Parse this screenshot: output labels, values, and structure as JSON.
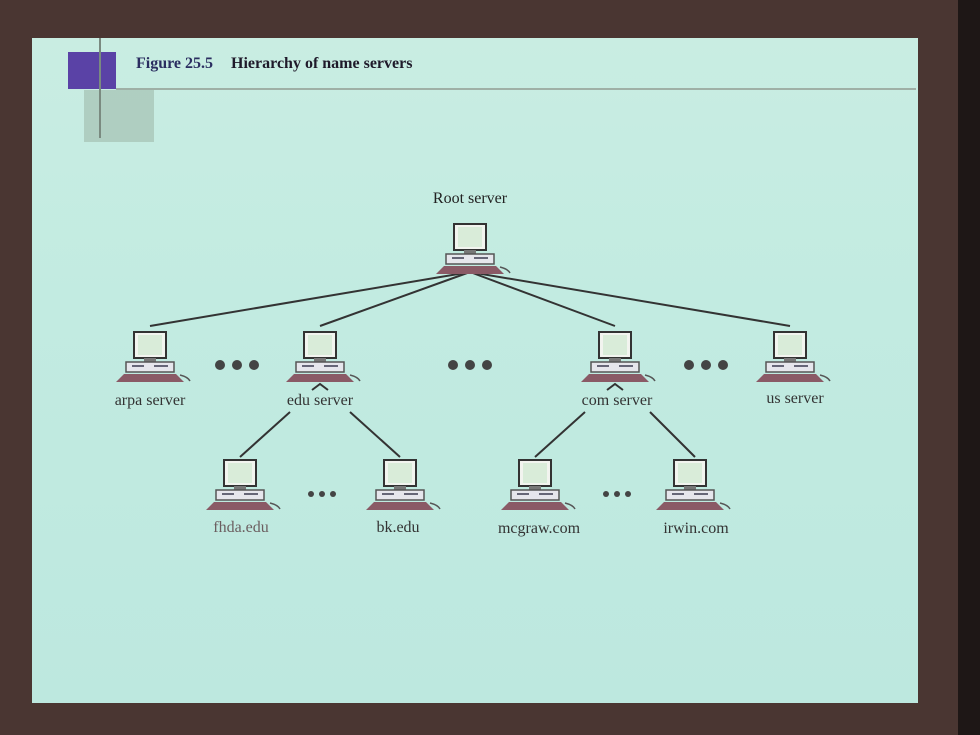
{
  "figure": {
    "number": "Figure 25.5",
    "title": "Hierarchy of name servers"
  },
  "diagram": {
    "root": {
      "label": "Root server"
    },
    "level1": [
      {
        "label": "arpa server"
      },
      {
        "label": "edu server"
      },
      {
        "label": "com server"
      },
      {
        "label": "us server"
      }
    ],
    "level2": [
      {
        "label": "fhda.edu",
        "parent": "edu server"
      },
      {
        "label": "bk.edu",
        "parent": "edu server"
      },
      {
        "label": "mcgraw.com",
        "parent": "com server"
      },
      {
        "label": "irwin.com",
        "parent": "com server"
      }
    ],
    "ellipsis": "•••",
    "icon": "desktop-computer-icon"
  },
  "colors": {
    "screen_bg": "#c2ebe1",
    "frame": "#4a3632",
    "logo": "#5a42a6",
    "computer_base": "#8a5a66"
  }
}
